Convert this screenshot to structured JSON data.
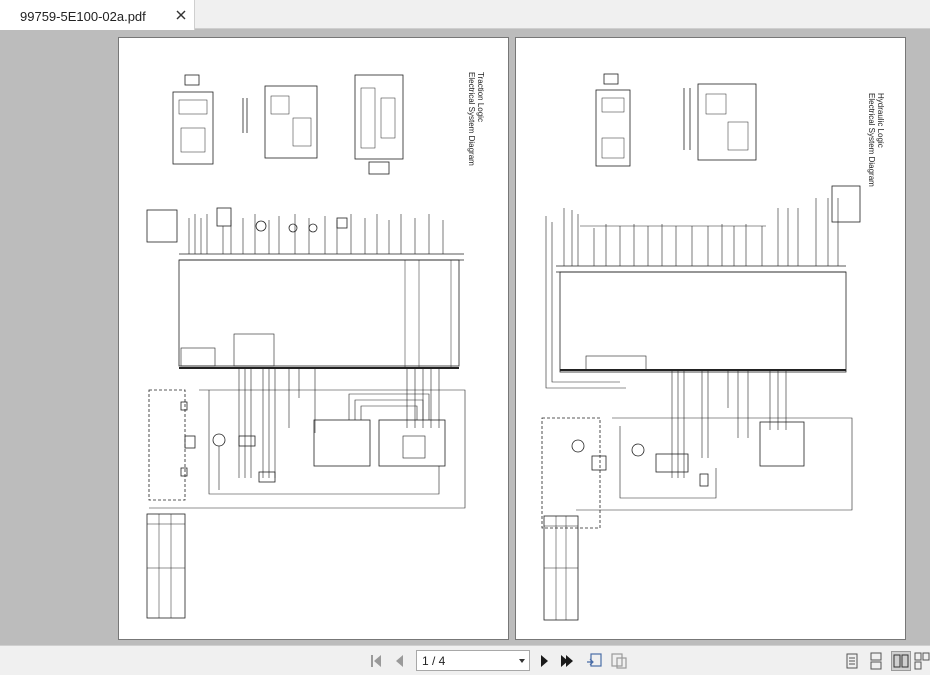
{
  "tab": {
    "title": "99759-5E100-02a.pdf",
    "close_icon": "close-icon"
  },
  "pages": [
    {
      "title": "Traction Logic",
      "subtitle": "Electrical System Diagram"
    },
    {
      "title": "Hydraulic Logic",
      "subtitle": "Electrical System Diagram"
    }
  ],
  "toolbar": {
    "page_indicator": "1 / 4",
    "icons": [
      "first-page-icon",
      "previous-page-icon",
      "next-page-icon",
      "last-page-icon",
      "fit-page-icon",
      "fit-width-icon",
      "single-page-view-icon",
      "continuous-view-icon",
      "two-page-view-icon",
      "two-page-continuous-view-icon"
    ],
    "active_view": "two-page-view"
  },
  "colors": {
    "viewer_background": "#bcbcbc",
    "chrome": "#f0f0f0",
    "ink": "#222222"
  }
}
